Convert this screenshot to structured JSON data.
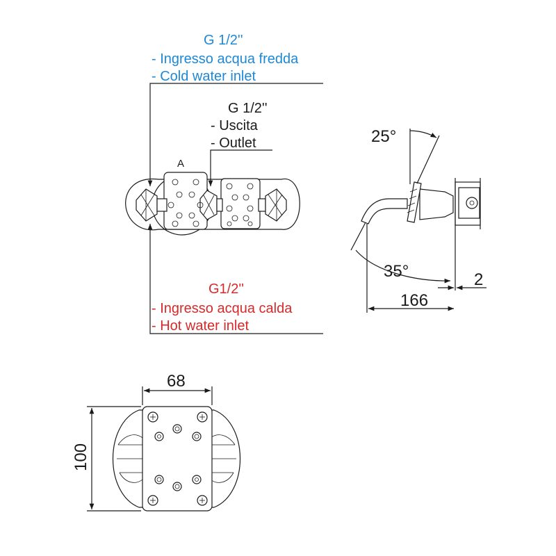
{
  "cold_inlet": {
    "size": "G 1/2''",
    "line_it": "- Ingresso acqua fredda",
    "line_en": "- Cold water inlet",
    "color": "#1e88d6"
  },
  "outlet": {
    "size": "G 1/2''",
    "line_it": "- Uscita",
    "line_en": "- Outlet",
    "color": "#1a1a1a"
  },
  "hot_inlet": {
    "size": "G1/2''",
    "line_it": "- Ingresso acqua calda",
    "line_en": "- Hot water inlet",
    "color": "#d62a2a"
  },
  "view_label": "A",
  "side_view": {
    "angle_top": "25°",
    "angle_bottom": "35°",
    "dim_projection": "166",
    "dim_gap": "2"
  },
  "plate_view": {
    "dim_width": "68",
    "dim_height": "100"
  }
}
